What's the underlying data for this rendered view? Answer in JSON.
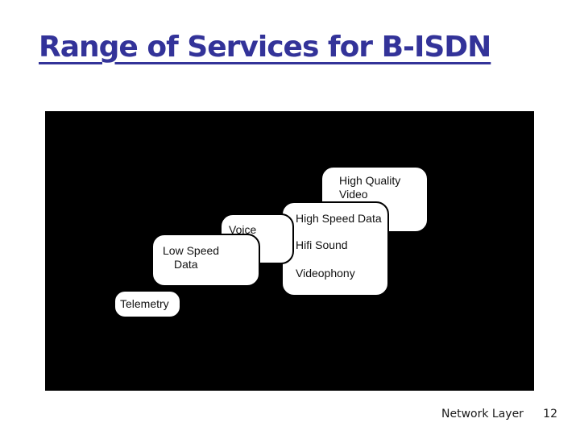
{
  "slide": {
    "title": "Range of Services for B-ISDN"
  },
  "colors": {
    "title_text": "#333399",
    "diagram_background": "#000000",
    "card_background": "#ffffff",
    "card_border": "#000000"
  },
  "diagram": {
    "cards": {
      "high_quality_video": {
        "line1": "High Quality",
        "line2": "Video"
      },
      "high_speed_data_group": {
        "item1": "High Speed Data",
        "item2": "Hifi Sound",
        "item3": "Videophony"
      },
      "voice": {
        "label": "Voice"
      },
      "low_speed_data": {
        "line1": "Low Speed",
        "line2": "Data"
      },
      "telemetry": {
        "label": "Telemetry"
      }
    }
  },
  "footer": {
    "section_label": "Network Layer",
    "page_number": "12"
  }
}
